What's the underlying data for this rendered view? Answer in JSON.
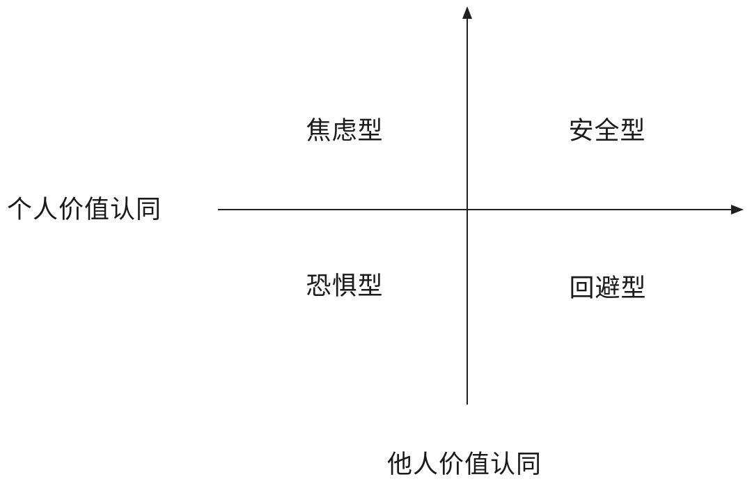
{
  "diagram": {
    "title_implied": "",
    "quadrants": {
      "top_left": "焦虑型",
      "top_right": "安全型",
      "bottom_left": "恐惧型",
      "bottom_right": "回避型"
    },
    "axes": {
      "y_label": "个人价值认同",
      "x_label": "他人价值认同"
    },
    "colors": {
      "line": "#1f1f1f",
      "text": "#1a1a1a",
      "background": "#ffffff"
    }
  }
}
